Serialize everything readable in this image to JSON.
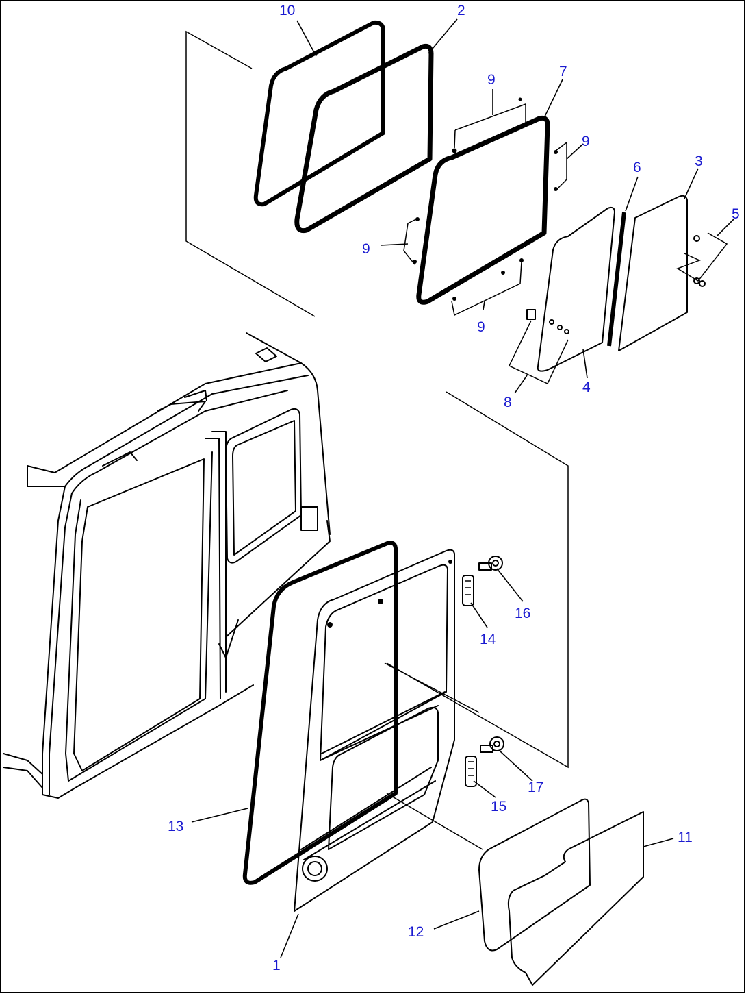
{
  "callouts": [
    {
      "id": "c10",
      "label": "10"
    },
    {
      "id": "c2",
      "label": "2"
    },
    {
      "id": "c9a",
      "label": "9"
    },
    {
      "id": "c7",
      "label": "7"
    },
    {
      "id": "c9b",
      "label": "9"
    },
    {
      "id": "c6",
      "label": "6"
    },
    {
      "id": "c3",
      "label": "3"
    },
    {
      "id": "c5",
      "label": "5"
    },
    {
      "id": "c9c",
      "label": "9"
    },
    {
      "id": "c9d",
      "label": "9"
    },
    {
      "id": "c4",
      "label": "4"
    },
    {
      "id": "c8",
      "label": "8"
    },
    {
      "id": "c16",
      "label": "16"
    },
    {
      "id": "c14",
      "label": "14"
    },
    {
      "id": "c17",
      "label": "17"
    },
    {
      "id": "c15",
      "label": "15"
    },
    {
      "id": "c13",
      "label": "13"
    },
    {
      "id": "c11",
      "label": "11"
    },
    {
      "id": "c12",
      "label": "12"
    },
    {
      "id": "c1",
      "label": "1"
    }
  ]
}
